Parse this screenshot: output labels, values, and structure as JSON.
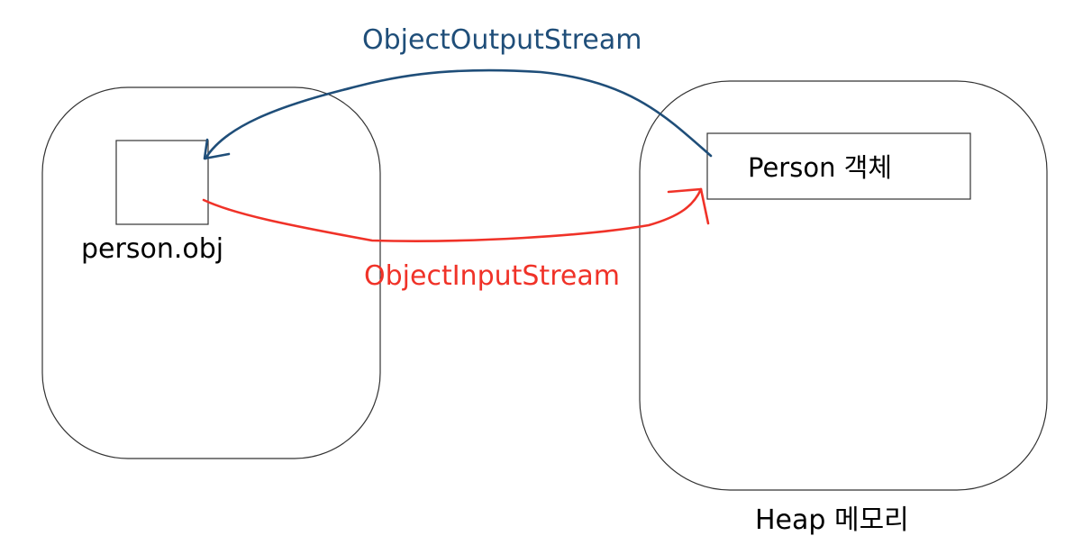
{
  "labels": {
    "output_stream": "ObjectOutputStream",
    "input_stream": "ObjectInputStream",
    "file": "person.obj",
    "object": "Person 객체",
    "heap": "Heap 메모리"
  },
  "colors": {
    "output_arrow": "#1f4e79",
    "input_arrow": "#f03228",
    "outline": "#333333"
  }
}
